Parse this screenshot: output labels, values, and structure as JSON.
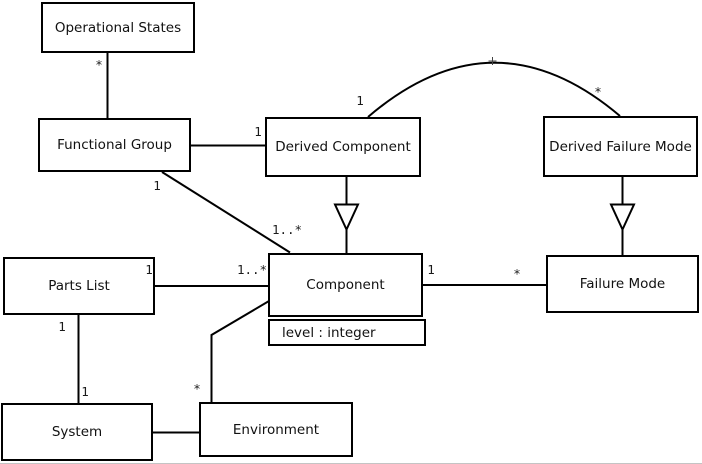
{
  "diagram": {
    "kind": "uml-class-diagram",
    "colors": {
      "line": "#000000",
      "box_fill": "#ffffff",
      "background": "#ffffff",
      "text": "#111111"
    },
    "classes": {
      "operational_states": {
        "label": "Operational States"
      },
      "functional_group": {
        "label": "Functional Group"
      },
      "derived_component": {
        "label": "Derived Component"
      },
      "derived_failure_mode": {
        "label": "Derived Failure Mode"
      },
      "parts_list": {
        "label": "Parts List"
      },
      "component": {
        "label": "Component",
        "attributes": [
          "level : integer"
        ]
      },
      "failure_mode": {
        "label": "Failure Mode"
      },
      "system": {
        "label": "System"
      },
      "environment": {
        "label": "Environment"
      }
    },
    "multiplicities": {
      "os_fg_star": "*",
      "fg_dc_one": "1",
      "fg_comp_one": "1",
      "fg_comp_many": "1..*",
      "dc_arc_one": "1",
      "dfm_arc_star": "*",
      "pl_comp_one": "1",
      "pl_comp_many": "1..*",
      "comp_fm_one": "1",
      "comp_fm_star": "*",
      "pl_sys_top_one": "1",
      "pl_sys_bottom_one": "1",
      "comp_env_star": "*"
    },
    "edges": [
      {
        "from": "Operational States",
        "to": "Functional Group",
        "type": "association",
        "from_mult": "*"
      },
      {
        "from": "Functional Group",
        "to": "Derived Component",
        "type": "association",
        "to_mult": "1"
      },
      {
        "from": "Functional Group",
        "to": "Component",
        "type": "association",
        "from_mult": "1",
        "to_mult": "1..*"
      },
      {
        "from": "Derived Component",
        "to": "Component",
        "type": "generalization"
      },
      {
        "from": "Derived Component",
        "to": "Derived Failure Mode",
        "type": "association-arc",
        "from_mult": "1",
        "to_mult": "*"
      },
      {
        "from": "Derived Failure Mode",
        "to": "Failure Mode",
        "type": "generalization"
      },
      {
        "from": "Parts List",
        "to": "Component",
        "type": "association",
        "from_mult": "1",
        "to_mult": "1..*"
      },
      {
        "from": "Component",
        "to": "Failure Mode",
        "type": "association",
        "from_mult": "1",
        "to_mult": "*"
      },
      {
        "from": "Parts List",
        "to": "System",
        "type": "association",
        "from_mult": "1",
        "to_mult": "1"
      },
      {
        "from": "Component",
        "to": "Environment",
        "type": "association",
        "to_mult": "*"
      },
      {
        "from": "System",
        "to": "Environment",
        "type": "association"
      }
    ]
  }
}
